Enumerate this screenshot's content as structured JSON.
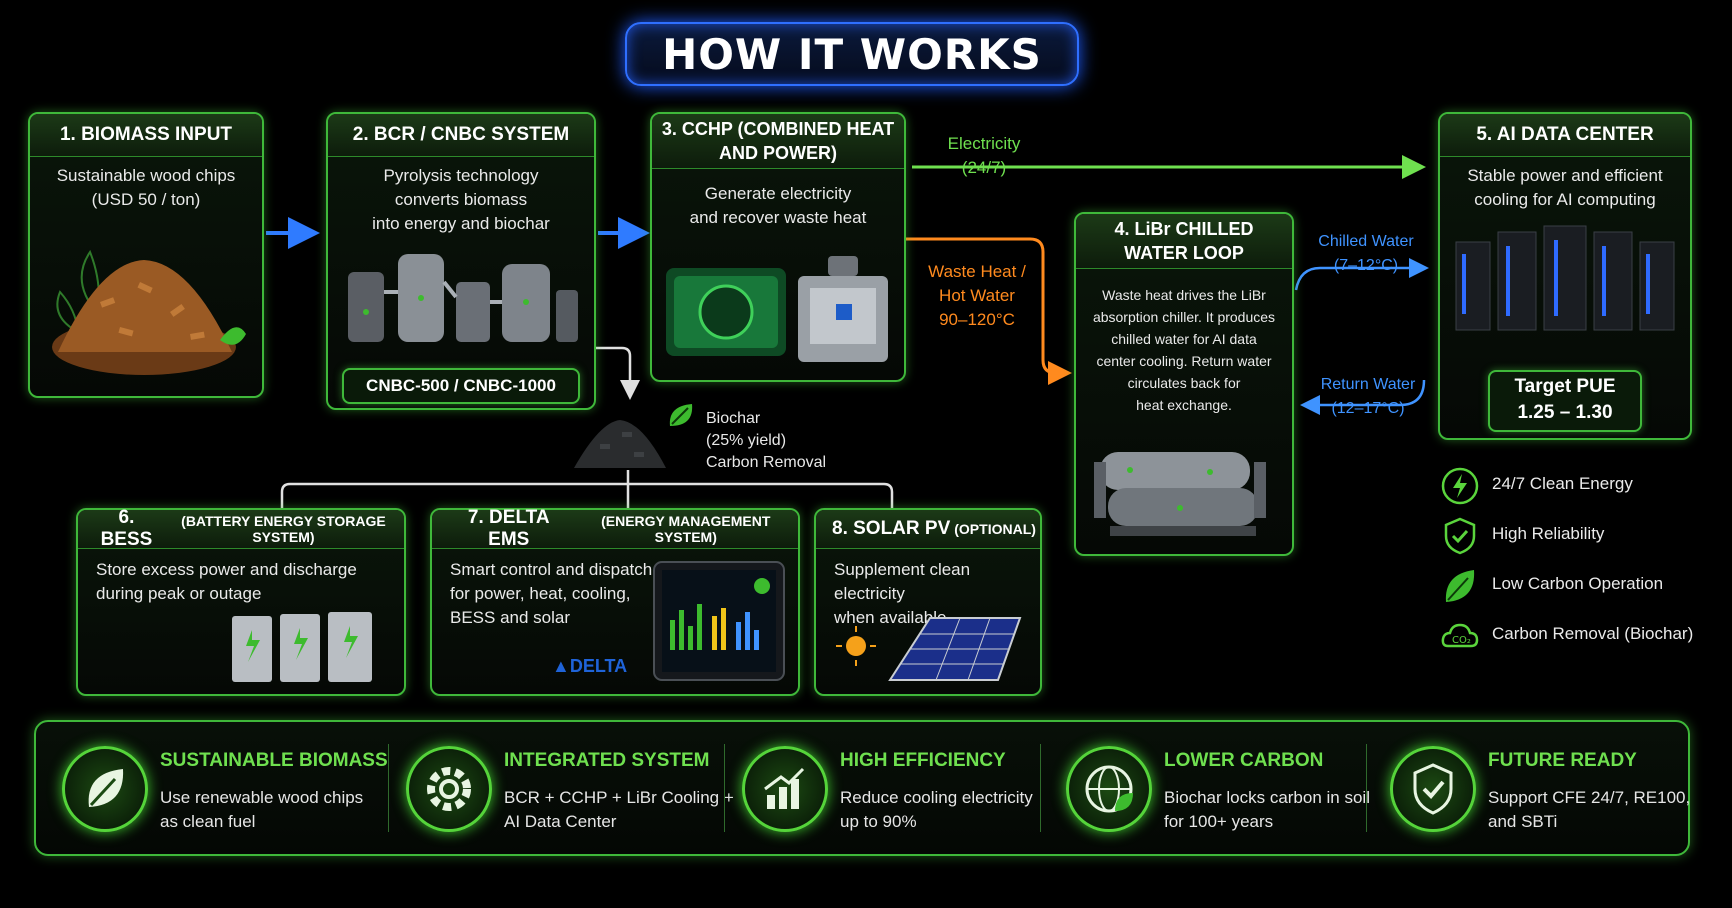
{
  "title": "HOW IT WORKS",
  "boxes": {
    "biomass": {
      "title": "1. BIOMASS INPUT",
      "desc1": "Sustainable wood chips",
      "desc2": "(USD 50 / ton)"
    },
    "bcr": {
      "title": "2. BCR / CNBC SYSTEM",
      "desc1": "Pyrolysis technology",
      "desc2": "converts biomass",
      "desc3": "into energy and biochar",
      "model": "CNBC-500 / CNBC-1000"
    },
    "cchp": {
      "title1": "3. CCHP (COMBINED HEAT",
      "title2": "AND POWER)",
      "desc1": "Generate electricity",
      "desc2": "and recover waste heat"
    },
    "libr": {
      "title1": "4. LiBr CHILLED",
      "title2": "WATER LOOP",
      "desc": [
        "Waste heat drives the LiBr",
        "absorption chiller. It produces",
        "chilled water for AI data",
        "center cooling. Return water",
        "circulates back for",
        "heat exchange."
      ]
    },
    "dc": {
      "title": "5. AI DATA CENTER",
      "desc1": "Stable power and efficient",
      "desc2": "cooling for AI computing",
      "pue_label": "Target PUE",
      "pue_value": "1.25 – 1.30"
    },
    "bess": {
      "title": "6. BESS",
      "title_small": "(BATTERY ENERGY STORAGE SYSTEM)",
      "desc1": "Store excess power and discharge",
      "desc2": "during peak or outage"
    },
    "ems": {
      "title": "7. DELTA EMS",
      "title_small": "(ENERGY MANAGEMENT SYSTEM)",
      "desc1": "Smart control and dispatch",
      "desc2": "for power, heat, cooling,",
      "desc3": "BESS and solar",
      "logo": "DELTA"
    },
    "solar": {
      "title": "8. SOLAR PV",
      "title_small": "(OPTIONAL)",
      "desc1": "Supplement clean electricity",
      "desc2": "when available"
    }
  },
  "flows": {
    "electricity1": "Electricity",
    "electricity2": "(24/7)",
    "waste1": "Waste Heat /",
    "waste2": "Hot Water",
    "waste3": "90–120°C",
    "chilled1": "Chilled Water",
    "chilled2": "(7–12°C)",
    "return1": "Return Water",
    "return2": "(12–17°C)",
    "biochar1": "Biochar",
    "biochar2": "(25% yield)",
    "biochar3": "Carbon Removal"
  },
  "benefits": [
    {
      "label": "24/7 Clean Energy",
      "icon": "lightning-icon"
    },
    {
      "label": "High Reliability",
      "icon": "shield-check-icon"
    },
    {
      "label": "Low Carbon Operation",
      "icon": "leaf-icon"
    },
    {
      "label": "Carbon Removal (Biochar)",
      "icon": "co2-cloud-icon"
    }
  ],
  "features": [
    {
      "title": "SUSTAINABLE BIOMASS",
      "desc1": "Use renewable wood chips",
      "desc2": "as clean fuel",
      "icon": "leaf-icon"
    },
    {
      "title": "INTEGRATED SYSTEM",
      "desc1": "BCR + CCHP + LiBr Cooling +",
      "desc2": "AI Data Center",
      "icon": "gear-icon"
    },
    {
      "title": "HIGH EFFICIENCY",
      "desc1": "Reduce cooling electricity",
      "desc2": "up to 90%",
      "icon": "chart-up-icon"
    },
    {
      "title": "LOWER CARBON",
      "desc1": "Biochar locks carbon in soil",
      "desc2": "for 100+ years",
      "icon": "globe-leaf-icon"
    },
    {
      "title": "FUTURE READY",
      "desc1": "Support CFE 24/7, RE100,",
      "desc2": "and SBTi",
      "icon": "shield-check-icon"
    }
  ],
  "colors": {
    "green": "#3fb83a",
    "accent_green": "#6fe04f",
    "orange": "#ff8a1e",
    "blue": "#3f93ff"
  }
}
